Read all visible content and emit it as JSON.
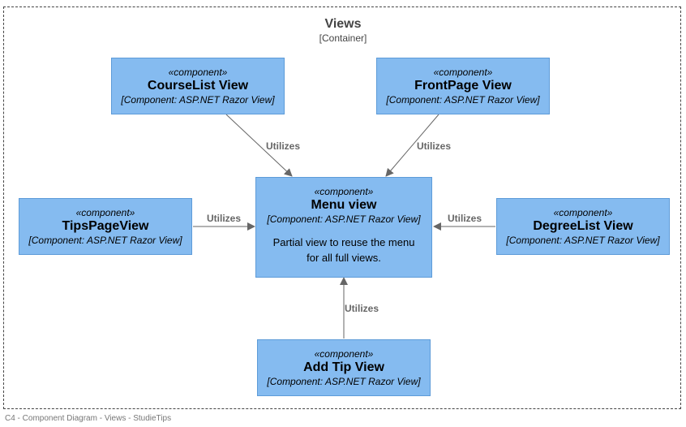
{
  "container": {
    "title": "Views",
    "type": "[Container]"
  },
  "components": {
    "courselist": {
      "stereotype": "«component»",
      "name": "CourseList View",
      "technology": "[Component: ASP.NET Razor View]"
    },
    "frontpage": {
      "stereotype": "«component»",
      "name": "FrontPage View",
      "technology": "[Component: ASP.NET Razor View]"
    },
    "tipspage": {
      "stereotype": "«component»",
      "name": "TipsPageView",
      "technology": "[Component: ASP.NET Razor View]"
    },
    "menu": {
      "stereotype": "«component»",
      "name": "Menu view",
      "technology": "[Component: ASP.NET Razor View]",
      "description": "Partial view to reuse the menu for all full views."
    },
    "degreelist": {
      "stereotype": "«component»",
      "name": "DegreeList View",
      "technology": "[Component: ASP.NET Razor View]"
    },
    "addtip": {
      "stereotype": "«component»",
      "name": "Add Tip View",
      "technology": "[Component: ASP.NET Razor View]"
    }
  },
  "relations": {
    "courselist_menu": "Utilizes",
    "frontpage_menu": "Utilizes",
    "tipspage_menu": "Utilizes",
    "degreelist_menu": "Utilizes",
    "addtip_menu": "Utilizes"
  },
  "colors": {
    "component_fill": "#85bbf0",
    "component_border": "#5d9bd8",
    "arrow": "#666666"
  },
  "footer": "C4 - Component Diagram - Views - StudieTips"
}
